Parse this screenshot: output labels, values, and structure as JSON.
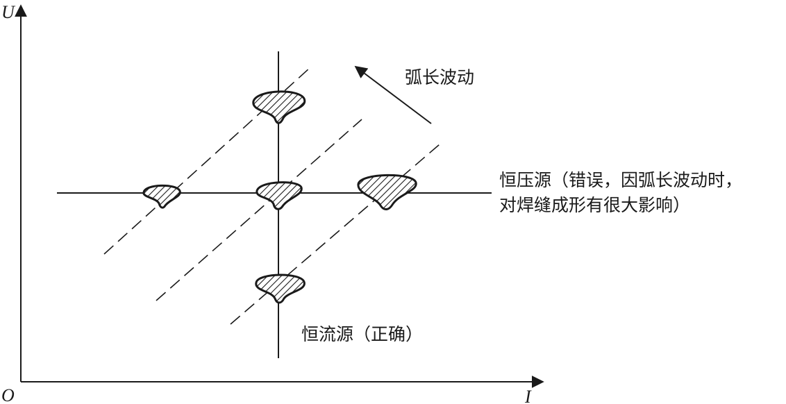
{
  "axes": {
    "y_label": "U",
    "x_label": "I",
    "origin_label": "O"
  },
  "annotations": {
    "arc_fluctuation": "弧长波动",
    "constant_voltage_line1": "恒压源（错误，因弧长波动时，",
    "constant_voltage_line2": "对焊缝成形有很大影响）",
    "constant_current": "恒流源（正确）"
  },
  "colors": {
    "ink": "#1a1a1a",
    "background": "#ffffff"
  }
}
